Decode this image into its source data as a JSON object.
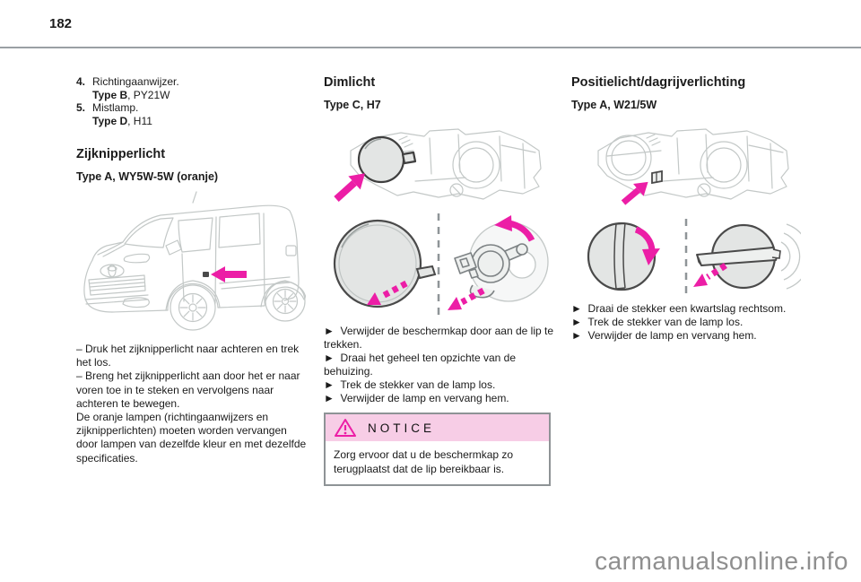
{
  "page": {
    "number": "182",
    "watermark": "carmanualsonline.info"
  },
  "colors": {
    "accent_magenta": "#ec1ea6",
    "notice_header_bg": "#f7cde6",
    "notice_border": "#8e9396",
    "line_art_gray": "#c3c8c7",
    "header_rule": "#9aa0a4",
    "watermark_gray": "#8f8f8f"
  },
  "col1": {
    "list": [
      {
        "num": "4.",
        "label": "Richtingaanwijzer.",
        "type": "Type B",
        "spec": ", PY21W"
      },
      {
        "num": "5.",
        "label": "Mistlamp.",
        "type": "Type D",
        "spec": ", H11"
      }
    ],
    "heading": "Zijknipperlicht",
    "subheading": "Type A, WY5W-5W (oranje)",
    "illustration": "van-with-side-indicator-arrow",
    "paragraphs": [
      "– Druk het zijknipperlicht naar achteren en trek het los.",
      "– Breng het zijknipperlicht aan door het er naar voren toe in te steken en vervolgens naar achteren te bewegen.",
      "De oranje lampen (richtingaanwijzers en zijknipperlichten) moeten worden vervangen door lampen van dezelfde kleur en met dezelfde specificaties."
    ]
  },
  "col2": {
    "heading": "Dimlicht",
    "subheading": "Type C, H7",
    "illustrations": [
      "headlamp-housing-cap-highlighted",
      "protective-cap-and-h7-bulb-holder"
    ],
    "bullets": [
      "►  Verwijder de beschermkap door aan de lip te trekken.",
      "►  Draai het geheel ten opzichte van de behuizing.",
      "►  Trek de stekker van de lamp los.",
      "►  Verwijder de lamp en vervang hem."
    ],
    "notice": {
      "title": "NOTICE",
      "body": "Zorg ervoor dat u de beschermkap zo terugplaatst dat de lip bereikbaar is."
    }
  },
  "col3": {
    "heading": "Positielicht/dagrijverlichting",
    "subheading": "Type A, W21/5W",
    "illustrations": [
      "headlamp-housing-connector-arrow",
      "bulb-connector-quarter-turn"
    ],
    "bullets": [
      "►  Draai de stekker een kwartslag rechtsom.",
      "►  Trek de stekker van de lamp los.",
      "►  Verwijder de lamp en vervang hem."
    ]
  }
}
